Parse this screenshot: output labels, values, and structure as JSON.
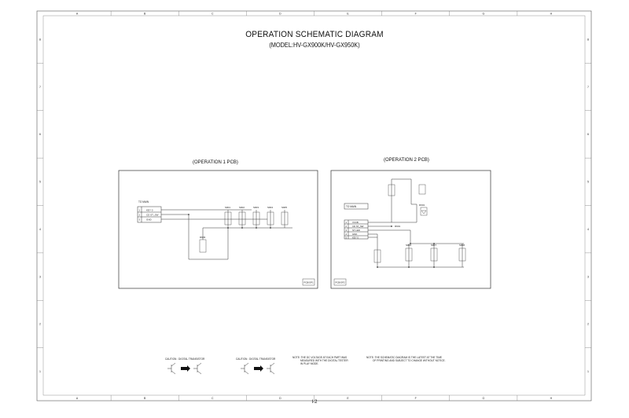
{
  "title": "OPERATION SCHEMATIC DIAGRAM",
  "subtitle": "(MODEL:HV-GX900K/HV-GX950K)",
  "page_number": "I-2",
  "grid": {
    "columns": [
      "A",
      "B",
      "C",
      "D",
      "E",
      "F",
      "G",
      "H"
    ],
    "rows": [
      "8",
      "7",
      "6",
      "5",
      "4",
      "3",
      "2",
      "1"
    ]
  },
  "pcb1": {
    "title": "(OPERATION 1 PCB)",
    "connector_label": "TO MAIN",
    "connector_pins": [
      "1",
      "2",
      "3"
    ],
    "connector_signals": [
      "KEY 0",
      "CD ST_SW",
      "GND"
    ],
    "switches": [
      "S901",
      "S902",
      "S903",
      "S904",
      "S905"
    ],
    "resistor": "R903",
    "board_label": "PCB/OP1"
  },
  "pcb2": {
    "title": "(OPERATION 2 PCB)",
    "connector_label": "TO MAIN",
    "connector_pins": [
      "1",
      "2",
      "3",
      "4",
      "5"
    ],
    "connector_signals": [
      "VCCB",
      "CD ST_SW",
      "ST LED",
      "GND",
      "KEY 0"
    ],
    "switches": [
      "S906",
      "S907",
      "S908"
    ],
    "led": "D901",
    "resistor": "R901",
    "board_label": "PCB/OP2"
  },
  "caution1": "CAUTION : DIGITAL TRANSISTOR",
  "caution2": "CAUTION : DIGITAL TRANSISTOR",
  "note1": [
    "NOTE: THE DC VOLTAGE AT EACH PART WAS",
    "MEASURED WITH THE DIGITAL TESTER",
    "IN PLAY MODE."
  ],
  "note2": [
    "NOTE: THE SCHEMATIC DIAGRAM IS THE LATEST AT THE TIME",
    "OF PRINTING AND SUBJECT TO CHANGE WITHOUT NOTICE."
  ]
}
